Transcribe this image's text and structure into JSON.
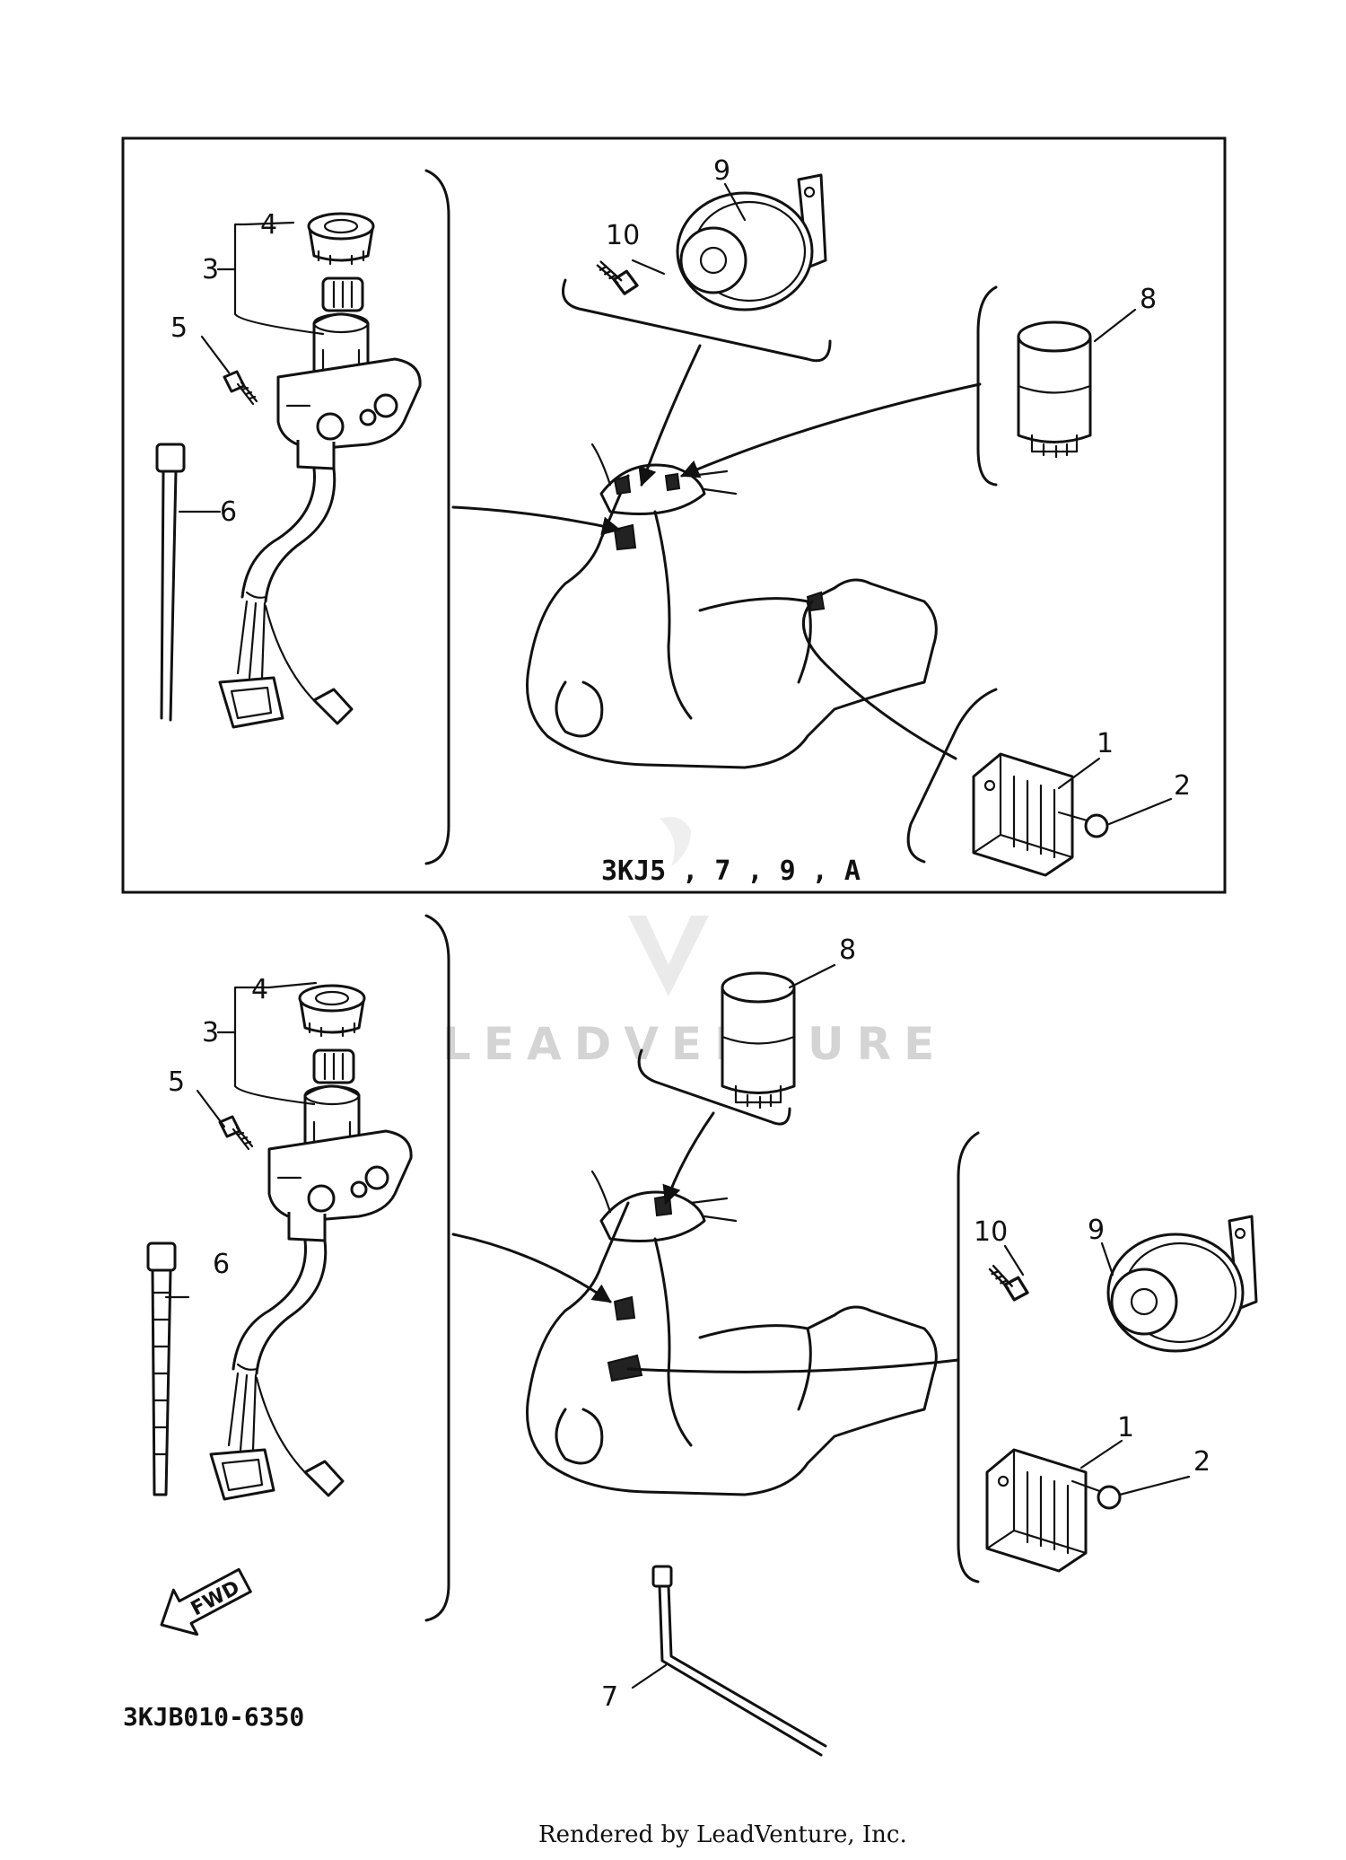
{
  "diagram": {
    "variant_label": "3KJ5 , 7 , 9 , A",
    "diagram_code": "3KJB010-6350",
    "watermark": "LEADVENTURE",
    "footer": "Rendered by LeadVenture, Inc.",
    "fwd_label": "FWD",
    "callouts": {
      "c1": "1",
      "c2": "2",
      "c3": "3",
      "c4": "4",
      "c5": "5",
      "c6": "6",
      "c7": "7",
      "c8": "8",
      "c9": "9",
      "c10": "10"
    }
  }
}
